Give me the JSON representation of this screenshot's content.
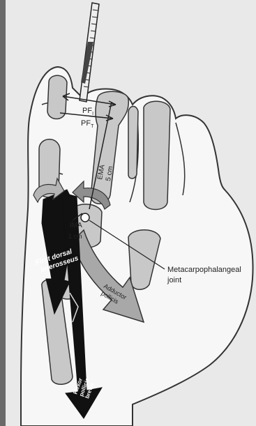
{
  "labels": {
    "pf_i": "PF",
    "pf_i_sub": "I",
    "pf_t": "PF",
    "pf_t_sub": "T",
    "ema_line1": "EMA",
    "ema_line2": "5 cm",
    "ima_line1": "IMA",
    "ima_line2": "1 cm",
    "joint_line1": "Metacarpophalangeal",
    "joint_line2": "joint",
    "fdi_line1": "First dorsal",
    "fdi_line2": "interosseus",
    "adductor_line1": "Adductor",
    "adductor_line2": "pollicis",
    "flexor_line1": "Flexor",
    "flexor_line2": "pollicis",
    "flexor_line3": "brevis"
  },
  "colors": {
    "background": "#e9e9e9",
    "skin": "#f7f7f7",
    "bone": "#c8c8c8",
    "outline": "#333333",
    "muscle_dark": "#111111",
    "muscle_gray": "#a8a8a8"
  }
}
